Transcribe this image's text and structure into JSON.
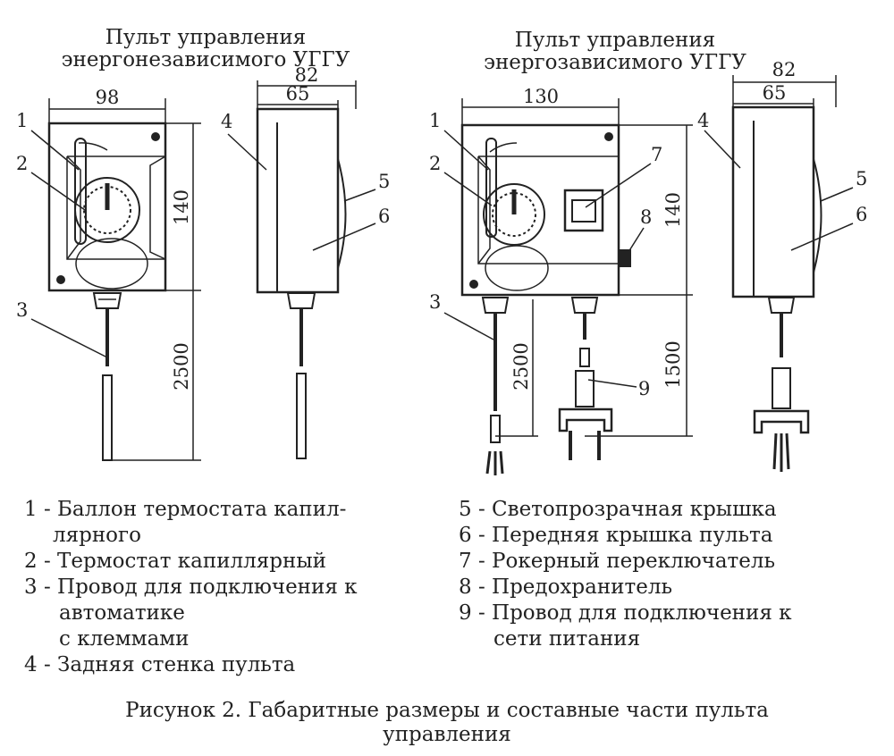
{
  "titles": {
    "left": [
      "Пульт управления",
      "энергонезависимого УГГУ"
    ],
    "right": [
      "Пульт управления",
      "энергозависимого УГГУ"
    ]
  },
  "dimensions": {
    "left_width": "98",
    "left_side_outer": "82",
    "left_side_inner": "65",
    "left_height": "140",
    "left_cable": "2500",
    "right_width": "130",
    "right_side_outer": "82",
    "right_side_inner": "65",
    "right_height": "140",
    "right_cable_sensor": "2500",
    "right_cable_power": "1500"
  },
  "callouts": {
    "l1": "1",
    "l2": "2",
    "l3": "3",
    "l4": "4",
    "l5": "5",
    "l6": "6",
    "r1": "1",
    "r2": "2",
    "r3": "3",
    "r4": "4",
    "r5": "5",
    "r6": "6",
    "r7": "7",
    "r8": "8",
    "r9": "9"
  },
  "legend": {
    "left": [
      "1 - Баллон термостата капил-",
      "лярного",
      "2 - Термостат капиллярный",
      "3 - Провод для подключения к",
      "автоматике",
      "с клеммами",
      "4 - Задняя стенка пульта"
    ],
    "right": [
      "5 - Светопрозрачная крышка",
      "6 - Передняя крышка пульта",
      "7 - Рокерный переключатель",
      "8 - Предохранитель",
      "9 - Провод для подключения к",
      "сети питания"
    ]
  },
  "caption": [
    "Рисунок 2. Габаритные размеры и составные части пульта",
    "управления"
  ]
}
